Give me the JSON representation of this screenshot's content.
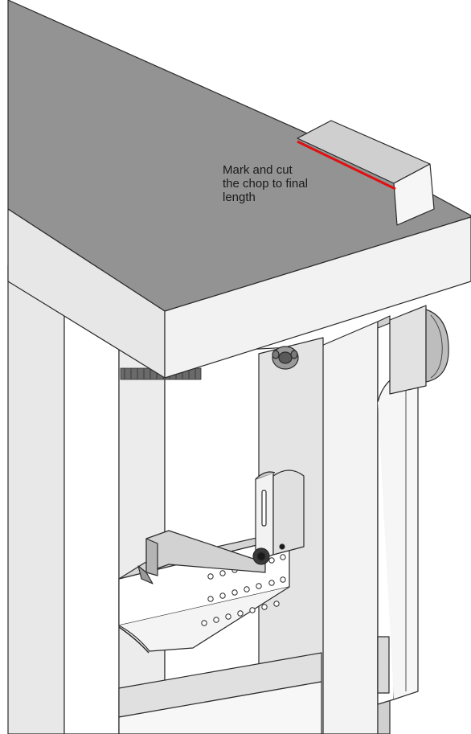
{
  "annotation": {
    "lines": [
      "Mark and cut",
      "the chop to final",
      "length"
    ]
  },
  "colors": {
    "top_surface": "#939393",
    "front_face": "#f1f1f1",
    "light_face": "#e6e6e6",
    "mid_face": "#cdcdcd",
    "dark_face": "#b2b2b2",
    "outline": "#2a2a2a",
    "mark_line": "#e01010"
  }
}
